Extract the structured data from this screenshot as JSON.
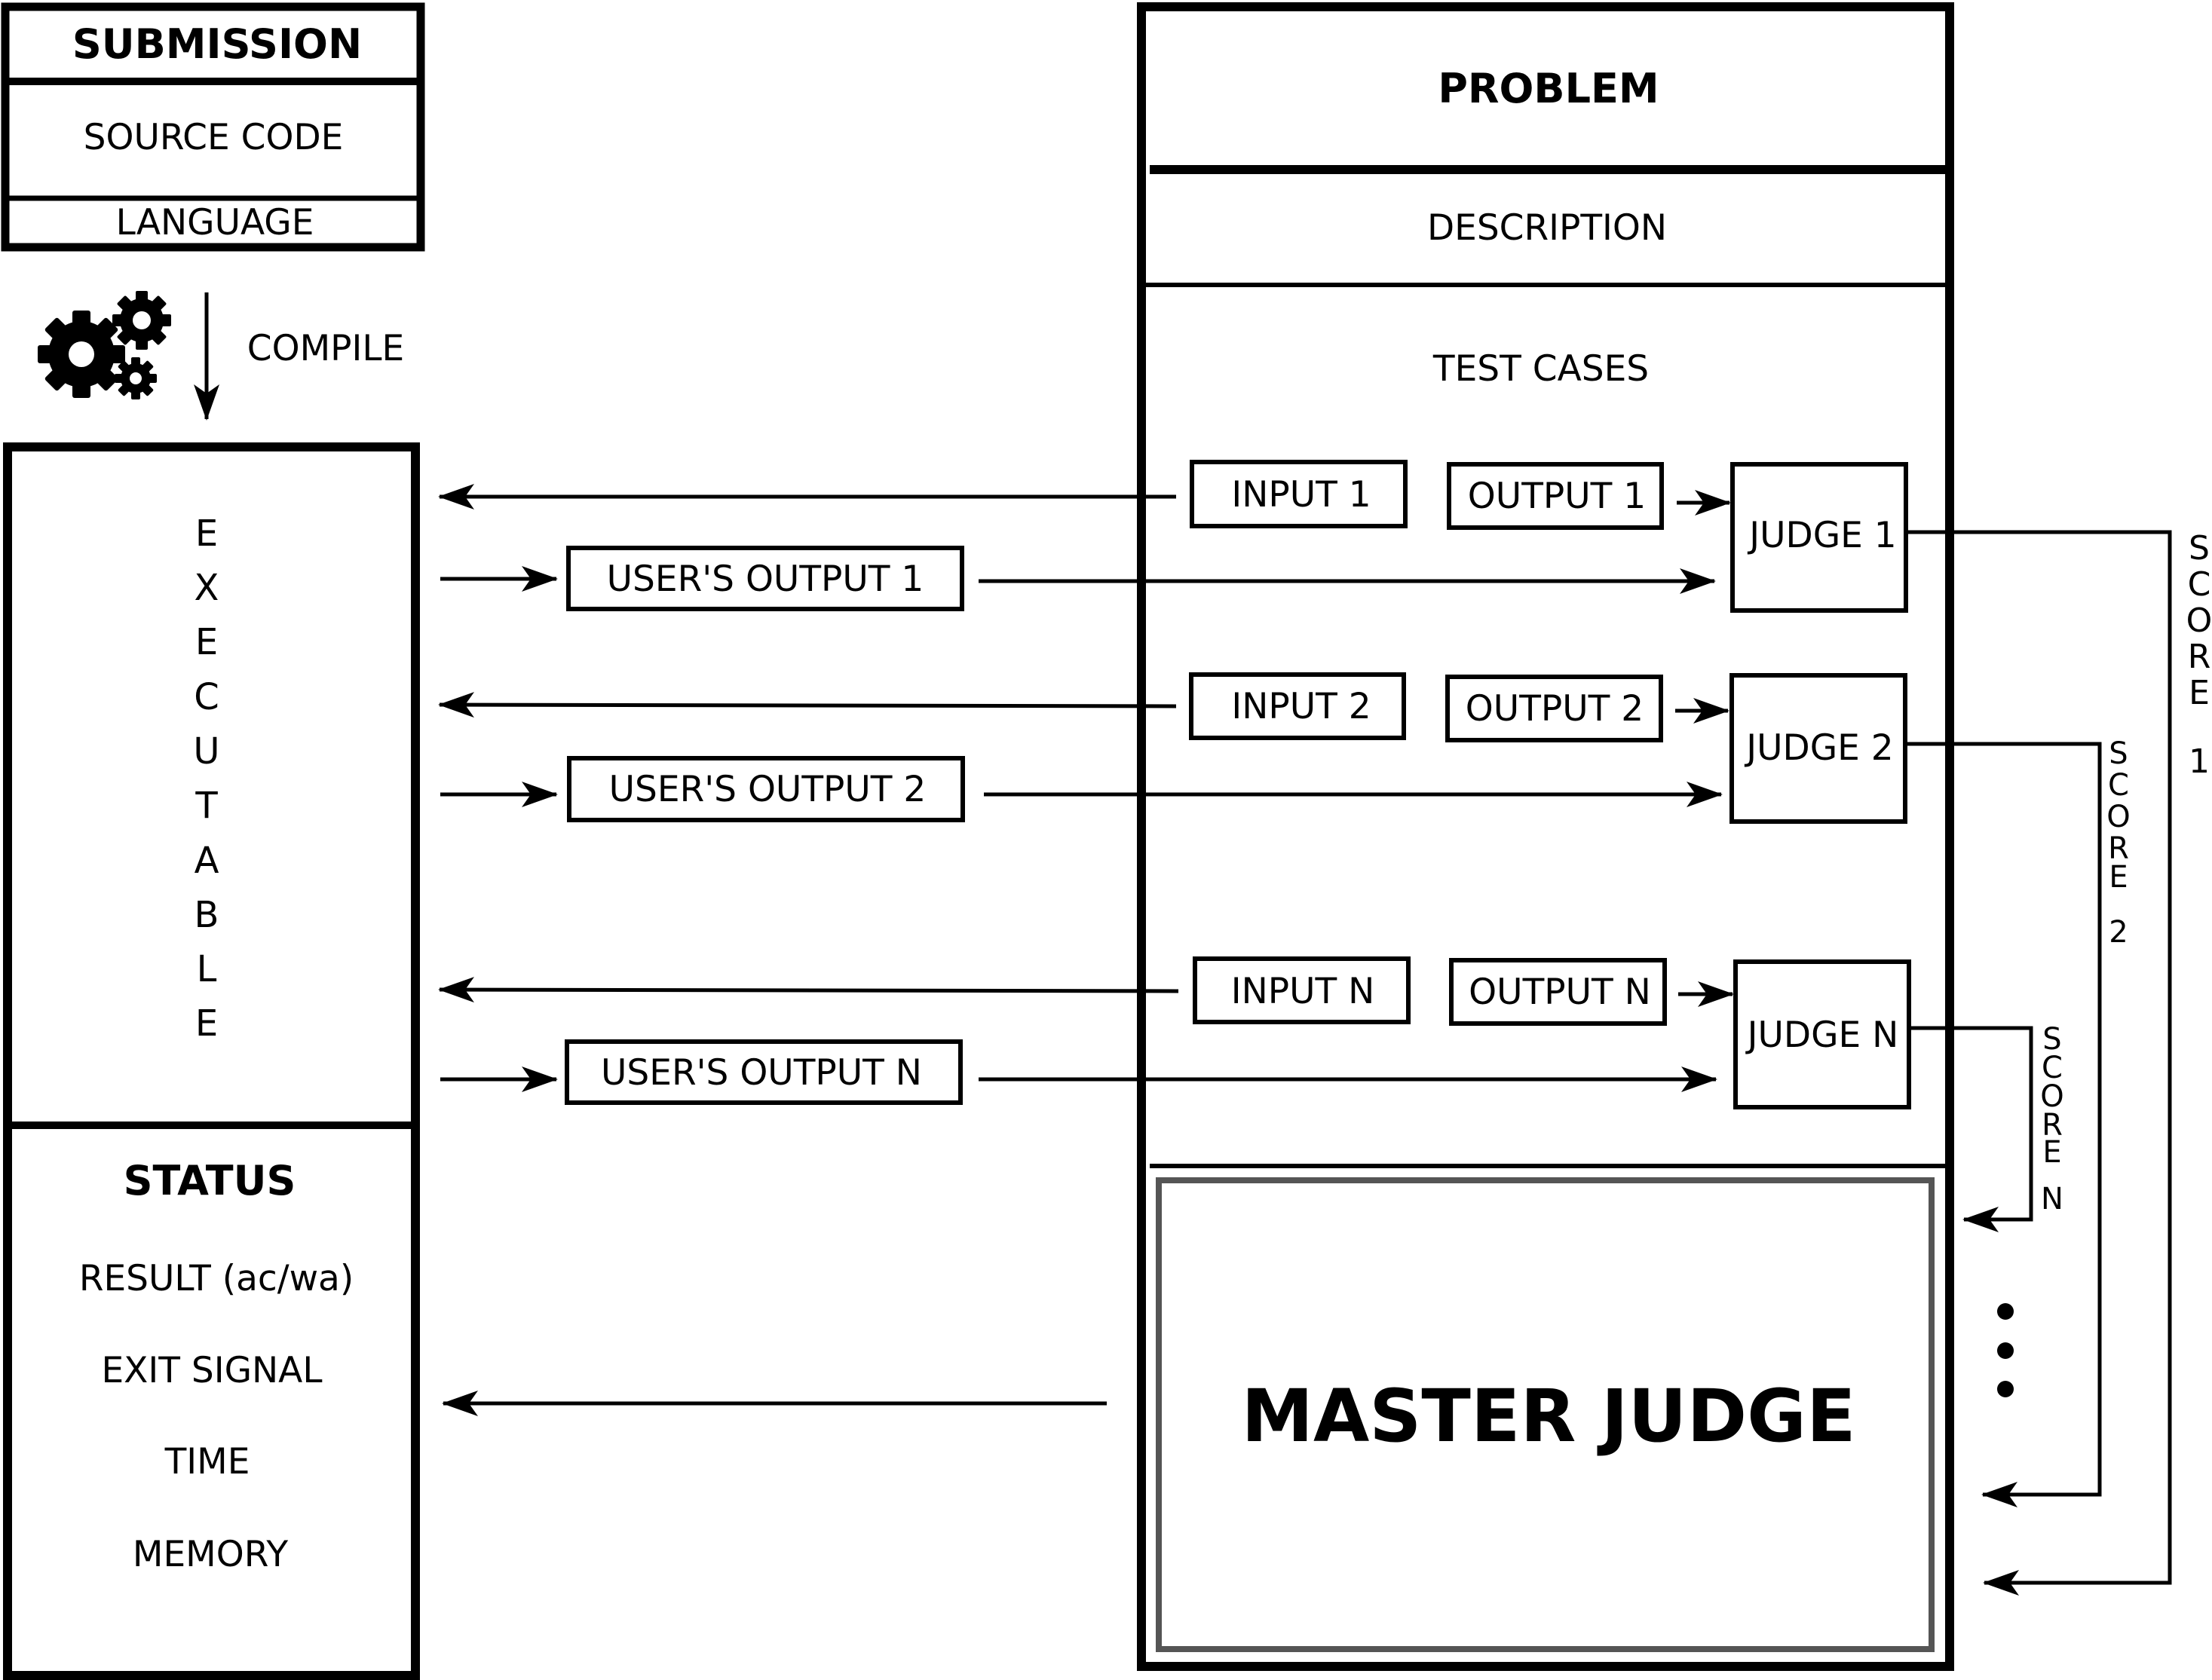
{
  "submission": {
    "title": "SUBMISSION",
    "source_code": "SOURCE CODE",
    "language": "LANGUAGE"
  },
  "compile": {
    "label": "COMPILE",
    "icon": "gears-icon"
  },
  "executable": {
    "letters": [
      "E",
      "X",
      "E",
      "C",
      "U",
      "T",
      "A",
      "B",
      "L",
      "E"
    ]
  },
  "status": {
    "title": "STATUS",
    "result": "RESULT (ac/wa)",
    "exit_signal": "EXIT SIGNAL",
    "time": "TIME",
    "memory": "MEMORY"
  },
  "problem": {
    "title": "PROBLEM",
    "description": "DESCRIPTION",
    "test_cases": "TEST CASES"
  },
  "cases": [
    {
      "input": "INPUT 1",
      "output": "OUTPUT 1",
      "judge": "JUDGE 1",
      "user_output": "USER'S OUTPUT 1",
      "score_letters": [
        "S",
        "C",
        "O",
        "R",
        "E"
      ],
      "score_index": "1"
    },
    {
      "input": "INPUT 2",
      "output": "OUTPUT 2",
      "judge": "JUDGE 2",
      "user_output": "USER'S OUTPUT 2",
      "score_letters": [
        "S",
        "C",
        "O",
        "R",
        "E"
      ],
      "score_index": "2"
    },
    {
      "input": "INPUT N",
      "output": "OUTPUT N",
      "judge": "JUDGE N",
      "user_output": "USER'S OUTPUT N",
      "score_letters": [
        "S",
        "C",
        "O",
        "R",
        "E"
      ],
      "score_index": "N"
    }
  ],
  "master_judge": {
    "label": "MASTER JUDGE",
    "border_color": "#555555"
  },
  "colors": {
    "stroke": "#000000",
    "background": "#ffffff"
  }
}
